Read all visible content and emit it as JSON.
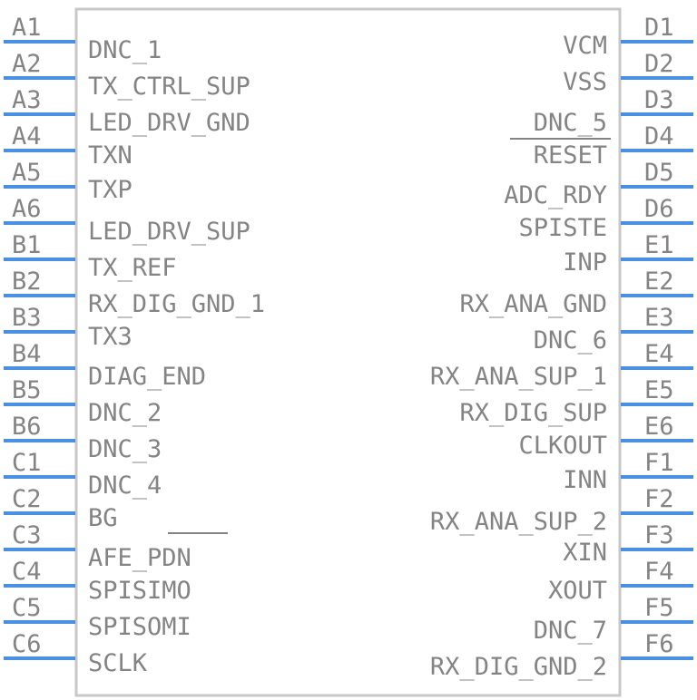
{
  "symbol": {
    "colors": {
      "body_outline": "#c8c8c8",
      "pin": "#4a90e2",
      "text": "#848484"
    },
    "left_pins": [
      {
        "pin": "A1",
        "name": "DNC_1"
      },
      {
        "pin": "A2",
        "name": "TX_CTRL_SUP"
      },
      {
        "pin": "A3",
        "name": "LED_DRV_GND"
      },
      {
        "pin": "A4",
        "name": "TXN"
      },
      {
        "pin": "A5",
        "name": "TXP"
      },
      {
        "pin": "A6",
        "name": "LED_DRV_SUP"
      },
      {
        "pin": "B1",
        "name": "TX_REF"
      },
      {
        "pin": "B2",
        "name": "RX_DIG_GND_1"
      },
      {
        "pin": "B3",
        "name": "TX3"
      },
      {
        "pin": "B4",
        "name": "DIAG_END"
      },
      {
        "pin": "B5",
        "name": "DNC_2"
      },
      {
        "pin": "B6",
        "name": "DNC_3"
      },
      {
        "pin": "C1",
        "name": "DNC_4"
      },
      {
        "pin": "C2",
        "name": "BG"
      },
      {
        "pin": "C3",
        "name": "AFE_PDN"
      },
      {
        "pin": "C4",
        "name": "SPISIMO"
      },
      {
        "pin": "C5",
        "name": "SPISOMI"
      },
      {
        "pin": "C6",
        "name": "SCLK"
      }
    ],
    "right_pins": [
      {
        "pin": "D1",
        "name": "VCM"
      },
      {
        "pin": "D2",
        "name": "VSS"
      },
      {
        "pin": "D3",
        "name": "DNC_5"
      },
      {
        "pin": "D4",
        "name": "RESET"
      },
      {
        "pin": "D5",
        "name": "ADC_RDY"
      },
      {
        "pin": "D6",
        "name": "SPISTE"
      },
      {
        "pin": "E1",
        "name": "INP"
      },
      {
        "pin": "E2",
        "name": "RX_ANA_GND"
      },
      {
        "pin": "E3",
        "name": "DNC_6"
      },
      {
        "pin": "E4",
        "name": "RX_ANA_SUP_1"
      },
      {
        "pin": "E5",
        "name": "RX_DIG_SUP"
      },
      {
        "pin": "E6",
        "name": "CLKOUT"
      },
      {
        "pin": "F1",
        "name": "INN"
      },
      {
        "pin": "F2",
        "name": "RX_ANA_SUP_2"
      },
      {
        "pin": "F3",
        "name": "XIN"
      },
      {
        "pin": "F4",
        "name": "XOUT"
      },
      {
        "pin": "F5",
        "name": "DNC_7"
      },
      {
        "pin": "F6",
        "name": "RX_DIG_GND_2"
      }
    ]
  }
}
